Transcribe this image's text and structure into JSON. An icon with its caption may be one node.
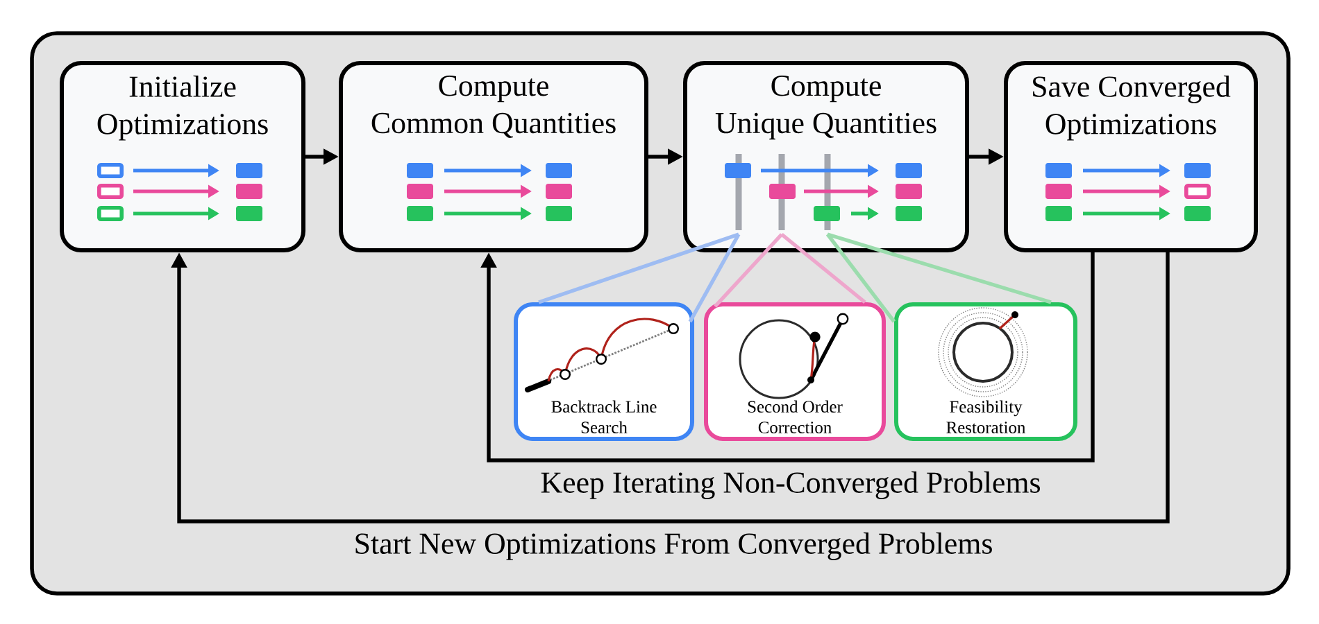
{
  "diagram": {
    "nodes": [
      {
        "text": [
          "Initialize Optimizations"
        ]
      },
      {
        "text": [
          "Compute Common Quantities"
        ]
      },
      {
        "text": [
          "Compute Unique Quantities"
        ]
      },
      {
        "text": [
          "Save Converged Optimizations"
        ]
      },
      {
        "text": [
          "Backtrack Line Search"
        ]
      },
      {
        "text": [
          "Second Order Correction"
        ]
      },
      {
        "text": [
          "Feasibility Restoration"
        ]
      }
    ],
    "edges": [
      {
        "from": 0,
        "to": 1,
        "arrow": "to"
      },
      {
        "from": 1,
        "to": 2,
        "arrow": "to"
      },
      {
        "from": 2,
        "to": 3,
        "arrow": "to"
      },
      {
        "from": 3,
        "to": 1,
        "arrow": "to",
        "label": "Keep Iterating Non-Converged Problems"
      },
      {
        "from": 3,
        "to": 0,
        "arrow": "to",
        "label": "Start New Optimizations From Converged Problems"
      },
      {
        "from": 2,
        "to": 4,
        "arrow": "none",
        "color": "#9ebcf2"
      },
      {
        "from": 2,
        "to": 4,
        "arrow": "none",
        "color": "#9ebcf2"
      },
      {
        "from": 2,
        "to": 5,
        "arrow": "none",
        "color": "#eea6cc"
      },
      {
        "from": 2,
        "to": 5,
        "arrow": "none",
        "color": "#eea6cc"
      },
      {
        "from": 2,
        "to": 6,
        "arrow": "none",
        "color": "#9bdcad"
      },
      {
        "from": 2,
        "to": 6,
        "arrow": "none",
        "color": "#9bdcad"
      }
    ]
  }
}
